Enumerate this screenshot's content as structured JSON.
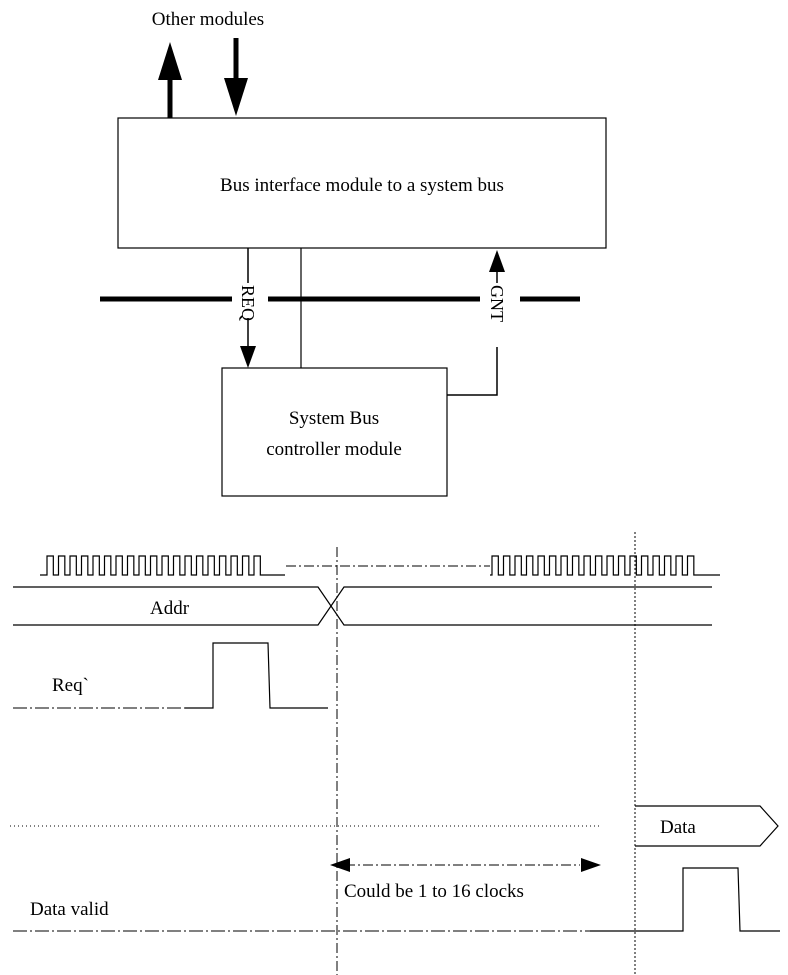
{
  "block_diagram": {
    "other_modules_label": "Other modules",
    "bus_interface_label": "Bus interface module to a system bus",
    "controller_label_line1": "System Bus",
    "controller_label_line2": "controller module",
    "req_label": "REQ",
    "gnt_label": "GNT"
  },
  "timing_diagram": {
    "addr_label": "Addr",
    "req_label": "Req`",
    "data_label": "Data",
    "data_valid_label": "Data valid",
    "span_label": "Could be 1 to 16 clocks"
  },
  "colors": {
    "stroke": "#000000",
    "background": "#ffffff"
  }
}
